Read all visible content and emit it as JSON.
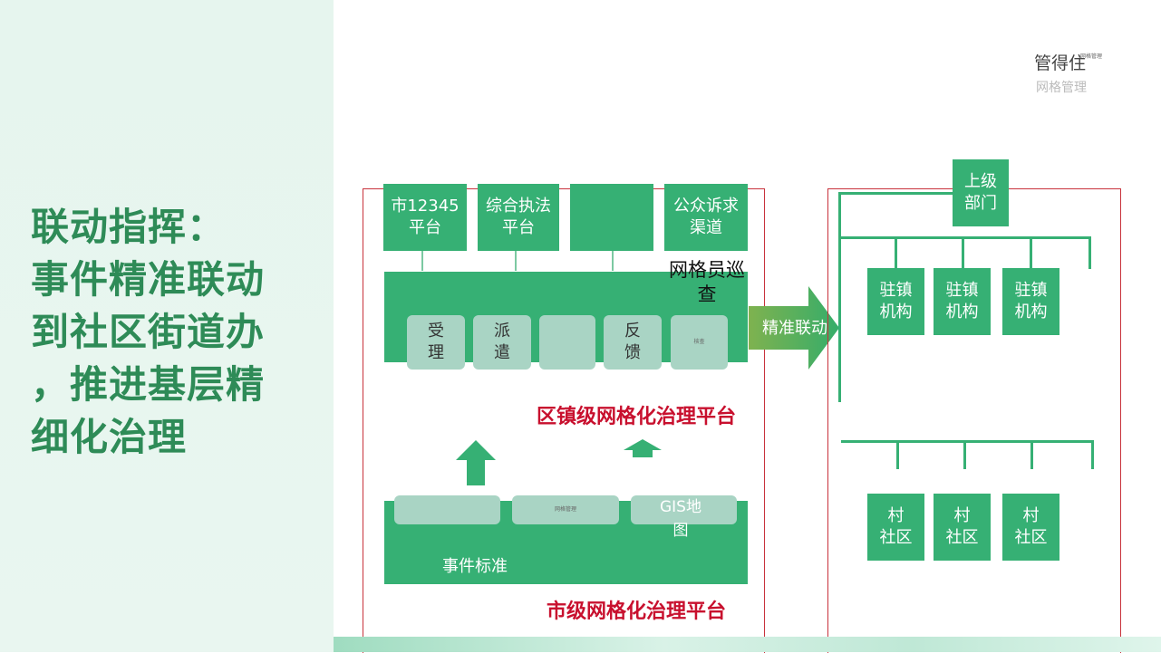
{
  "left": {
    "headline": "联动指挥：\n事件精准联动\n到社区街道办\n，推进基层精\n细化治理"
  },
  "topright": {
    "main": "管得住",
    "sup": "网格管理",
    "sub": "网格管理"
  },
  "left_diagram": {
    "sources": [
      "市12345\n平台",
      "综合执法\n平台",
      "",
      "公众诉求\n渠道"
    ],
    "patrol_label": "网格员巡\n查",
    "steps": [
      "受\n理",
      "派\n遣",
      "",
      "反\n馈",
      "核查"
    ],
    "district_title": "区镇级网格化治理平台",
    "city_boxes": [
      "",
      "网格管理",
      "GIS地\n图"
    ],
    "event_standard": "事件标准",
    "city_title": "市级网格化治理平台"
  },
  "link_arrow": {
    "label": "精准联动"
  },
  "right_diagram": {
    "superior": "上级\n部门",
    "town_orgs": [
      "驻镇\n机构",
      "驻镇\n机构",
      "驻镇\n机构"
    ],
    "village": [
      "村\n社区",
      "村\n社区",
      "村\n社区"
    ]
  },
  "colors": {
    "green": "#36b074",
    "dark_green_text": "#2e8b57",
    "pale": "#a9d4c4",
    "red": "#c8102e",
    "arrow_green": "#6fac46"
  }
}
